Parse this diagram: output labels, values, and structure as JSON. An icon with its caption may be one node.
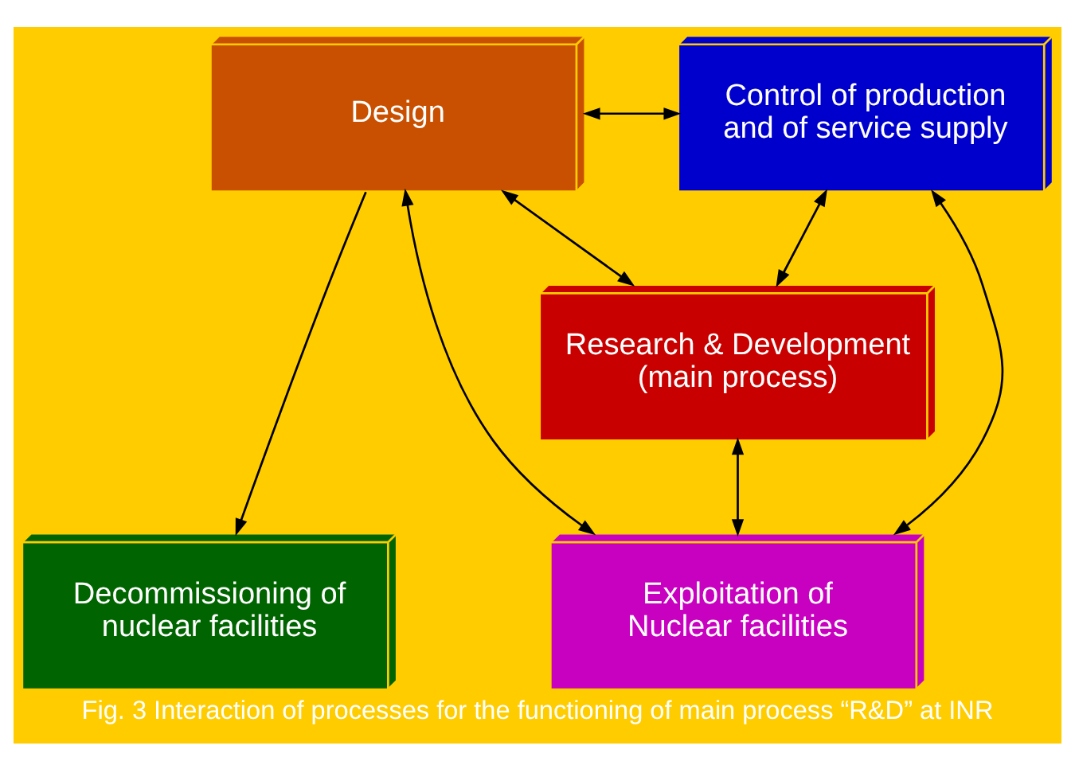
{
  "diagram": {
    "caption": "Fig. 3 Interaction of processes for the functioning of main process “R&D” at INR",
    "nodes": [
      {
        "text": [
          "Design"
        ]
      },
      {
        "text": [
          "Control of production and of service supply"
        ]
      },
      {
        "text": [
          "Research & Development (main process)"
        ]
      },
      {
        "text": [
          "Exploitation of Nuclear facilities"
        ]
      },
      {
        "text": [
          "Decommissioning of nuclear facilities"
        ]
      }
    ],
    "edges": [
      {
        "from": 0,
        "to": 1,
        "arrow": "both"
      },
      {
        "from": 0,
        "to": 2,
        "arrow": "both"
      },
      {
        "from": 1,
        "to": 2,
        "arrow": "both"
      },
      {
        "from": 2,
        "to": 3,
        "arrow": "both"
      },
      {
        "from": 0,
        "to": 3,
        "arrow": "both"
      },
      {
        "from": 1,
        "to": 3,
        "arrow": "both"
      },
      {
        "from": 0,
        "to": 4,
        "arrow": "to"
      }
    ]
  }
}
